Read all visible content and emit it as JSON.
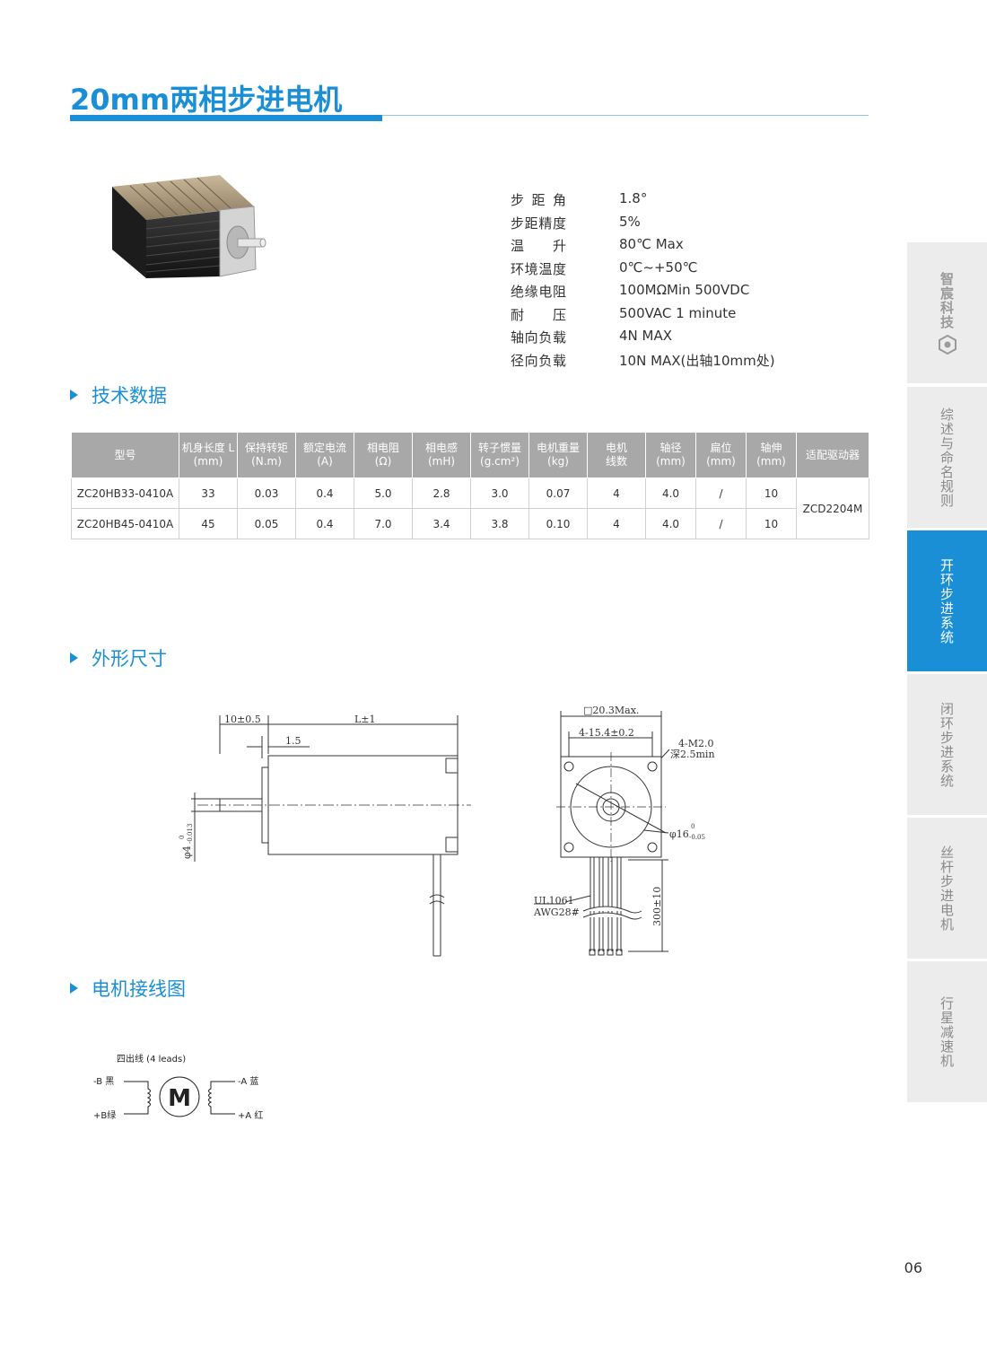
{
  "title": "20mm两相步进电机",
  "specs": [
    {
      "label": "步距角",
      "value": "1.8°"
    },
    {
      "label": "步距精度",
      "value": "5%"
    },
    {
      "label": "温升",
      "value": "80℃ Max"
    },
    {
      "label": "环境温度",
      "value": "0℃~+50℃"
    },
    {
      "label": "绝缘电阻",
      "value": "100MΩMin 500VDC"
    },
    {
      "label": "耐压",
      "value": "500VAC 1 minute"
    },
    {
      "label": "轴向负载",
      "value": "4N MAX"
    },
    {
      "label": "径向负载",
      "value": "10N MAX(出轴10mm处)"
    }
  ],
  "sections": {
    "tech": "技术数据",
    "dimensions": "外形尺寸",
    "wiring": "电机接线图"
  },
  "table": {
    "headers": [
      {
        "l1": "型号",
        "l2": ""
      },
      {
        "l1": "机身长度 L",
        "l2": "(mm)"
      },
      {
        "l1": "保持转矩",
        "l2": "(N.m)"
      },
      {
        "l1": "额定电流",
        "l2": "(A)"
      },
      {
        "l1": "相电阻",
        "l2": "(Ω)"
      },
      {
        "l1": "相电感",
        "l2": "(mH)"
      },
      {
        "l1": "转子惯量",
        "l2": "(g.cm²)"
      },
      {
        "l1": "电机重量",
        "l2": "(kg)"
      },
      {
        "l1": "电机",
        "l2": "线数"
      },
      {
        "l1": "轴径",
        "l2": "(mm)"
      },
      {
        "l1": "扁位",
        "l2": "(mm)"
      },
      {
        "l1": "轴伸",
        "l2": "(mm)"
      },
      {
        "l1": "适配驱动器",
        "l2": ""
      }
    ],
    "rows": [
      [
        "ZC20HB33-0410A",
        "33",
        "0.03",
        "0.4",
        "5.0",
        "2.8",
        "3.0",
        "0.07",
        "4",
        "4.0",
        "/",
        "10"
      ],
      [
        "ZC20HB45-0410A",
        "45",
        "0.05",
        "0.4",
        "7.0",
        "3.4",
        "3.8",
        "0.10",
        "4",
        "4.0",
        "/",
        "10"
      ]
    ],
    "driver": "ZCD2204M"
  },
  "drawing": {
    "dim_10": "10±0.5",
    "dim_L": "L±1",
    "dim_1_5": "1.5",
    "dim_shaft": "φ4",
    "dim_shaft_tol_top": "0",
    "dim_shaft_tol_bot": "-0.013",
    "dim_square": "□20.3Max.",
    "dim_hole_spacing": "4-15.4±0.2",
    "dim_holes": "4-M2.0",
    "dim_depth": "深2.5min",
    "dim_boss": "φ16",
    "dim_boss_tol_top": "0",
    "dim_boss_tol_bot": "-0.05",
    "wire_spec_1": "UL1061",
    "wire_spec_2": "AWG28#",
    "dim_lead": "300±10"
  },
  "wiring": {
    "title": "四出线 (4 leads)",
    "b_minus": "-B 黑",
    "b_plus": "+B绿",
    "a_minus": "-A 蓝",
    "a_plus": "+A 红",
    "motor": "M"
  },
  "sidebar": {
    "brand": "智宸科技",
    "tabs": [
      "综述与命名规则",
      "开环步进系统",
      "闭环步进系统",
      "丝杆步进电机",
      "行星减速机"
    ]
  },
  "page_number": "06"
}
